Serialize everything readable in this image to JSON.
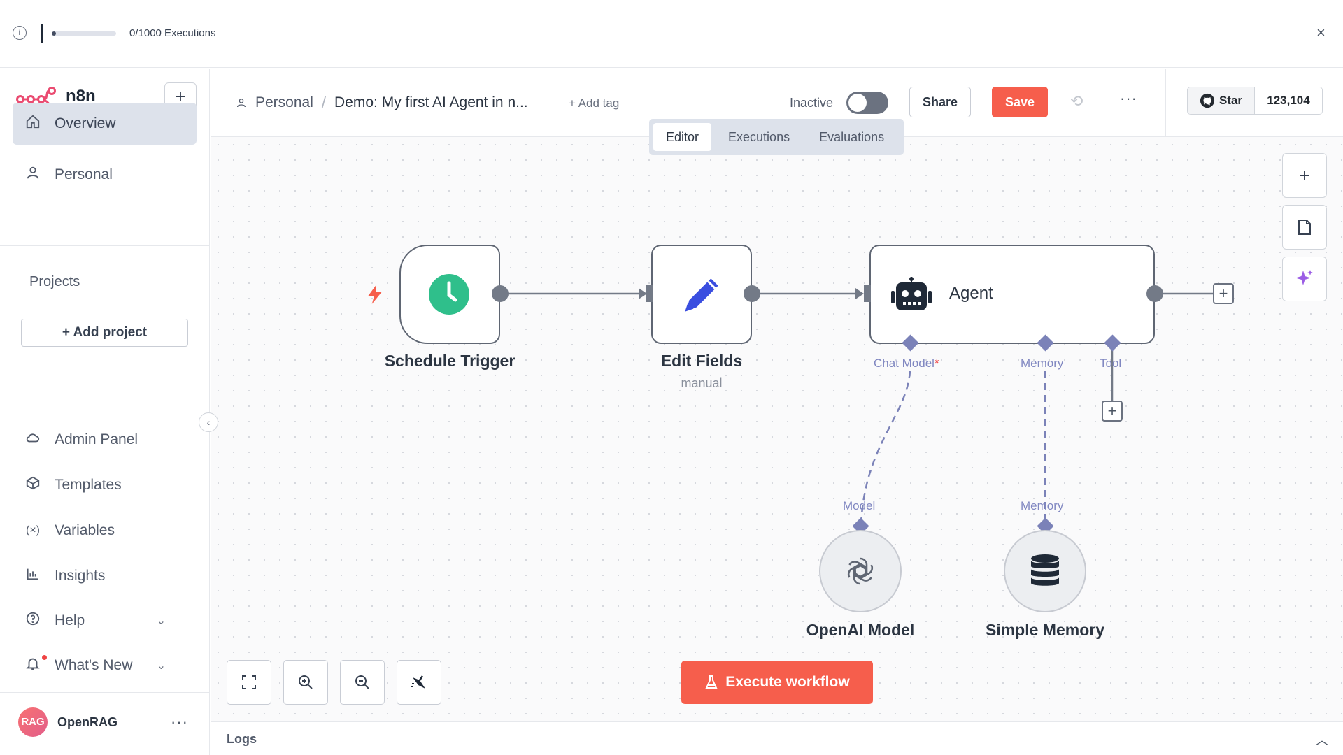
{
  "banner": {
    "executions_label": "0/1000 Executions",
    "usage_fraction": 0.0,
    "close_symbol": "×"
  },
  "sidebar": {
    "brand": "n8n",
    "main_items": [
      {
        "label": "Overview",
        "icon": "home-icon",
        "active": true
      },
      {
        "label": "Personal",
        "icon": "user-icon",
        "active": false
      }
    ],
    "projects_label": "Projects",
    "add_project_label": "Add project",
    "bottom_items": [
      {
        "label": "Admin Panel",
        "icon": "cloud-icon"
      },
      {
        "label": "Templates",
        "icon": "box-icon"
      },
      {
        "label": "Variables",
        "icon": "variable-icon"
      },
      {
        "label": "Insights",
        "icon": "chart-icon"
      },
      {
        "label": "Help",
        "icon": "help-icon"
      },
      {
        "label": "What's New",
        "icon": "bell-icon"
      }
    ],
    "user": {
      "initials": "RAG",
      "name": "OpenRAG"
    }
  },
  "header": {
    "project": "Personal",
    "workflow_title": "Demo: My first AI Agent in n...",
    "add_tag": "+ Add tag",
    "status_label": "Inactive",
    "share_label": "Share",
    "save_label": "Save",
    "github": {
      "star_label": "Star",
      "count": "123,104"
    }
  },
  "tabs": [
    {
      "label": "Editor",
      "active": true
    },
    {
      "label": "Executions",
      "active": false
    },
    {
      "label": "Evaluations",
      "active": false
    }
  ],
  "canvas": {
    "nodes": {
      "schedule_trigger": {
        "label": "Schedule Trigger",
        "icon": "clock-icon"
      },
      "edit_fields": {
        "label": "Edit Fields",
        "subtitle": "manual",
        "icon": "pencil-icon"
      },
      "agent": {
        "label": "Agent",
        "icon": "robot-icon"
      },
      "openai_model": {
        "label": "OpenAI Model",
        "icon": "openai-icon"
      },
      "simple_memory": {
        "label": "Simple Memory",
        "icon": "database-icon"
      }
    },
    "ports": {
      "chat_model": "Chat Model",
      "chat_model_required": "*",
      "memory": "Memory",
      "tool": "Tool",
      "model": "Model",
      "memory_in": "Memory"
    },
    "execute_label": "Execute workflow"
  },
  "logs": {
    "label": "Logs"
  },
  "colors": {
    "accent": "#f65e4c",
    "trigger_green": "#2fbf8b",
    "pencil_blue": "#3a4ee0",
    "port_purple": "#8087c1",
    "sparkle_purple": "#9b5de5"
  }
}
